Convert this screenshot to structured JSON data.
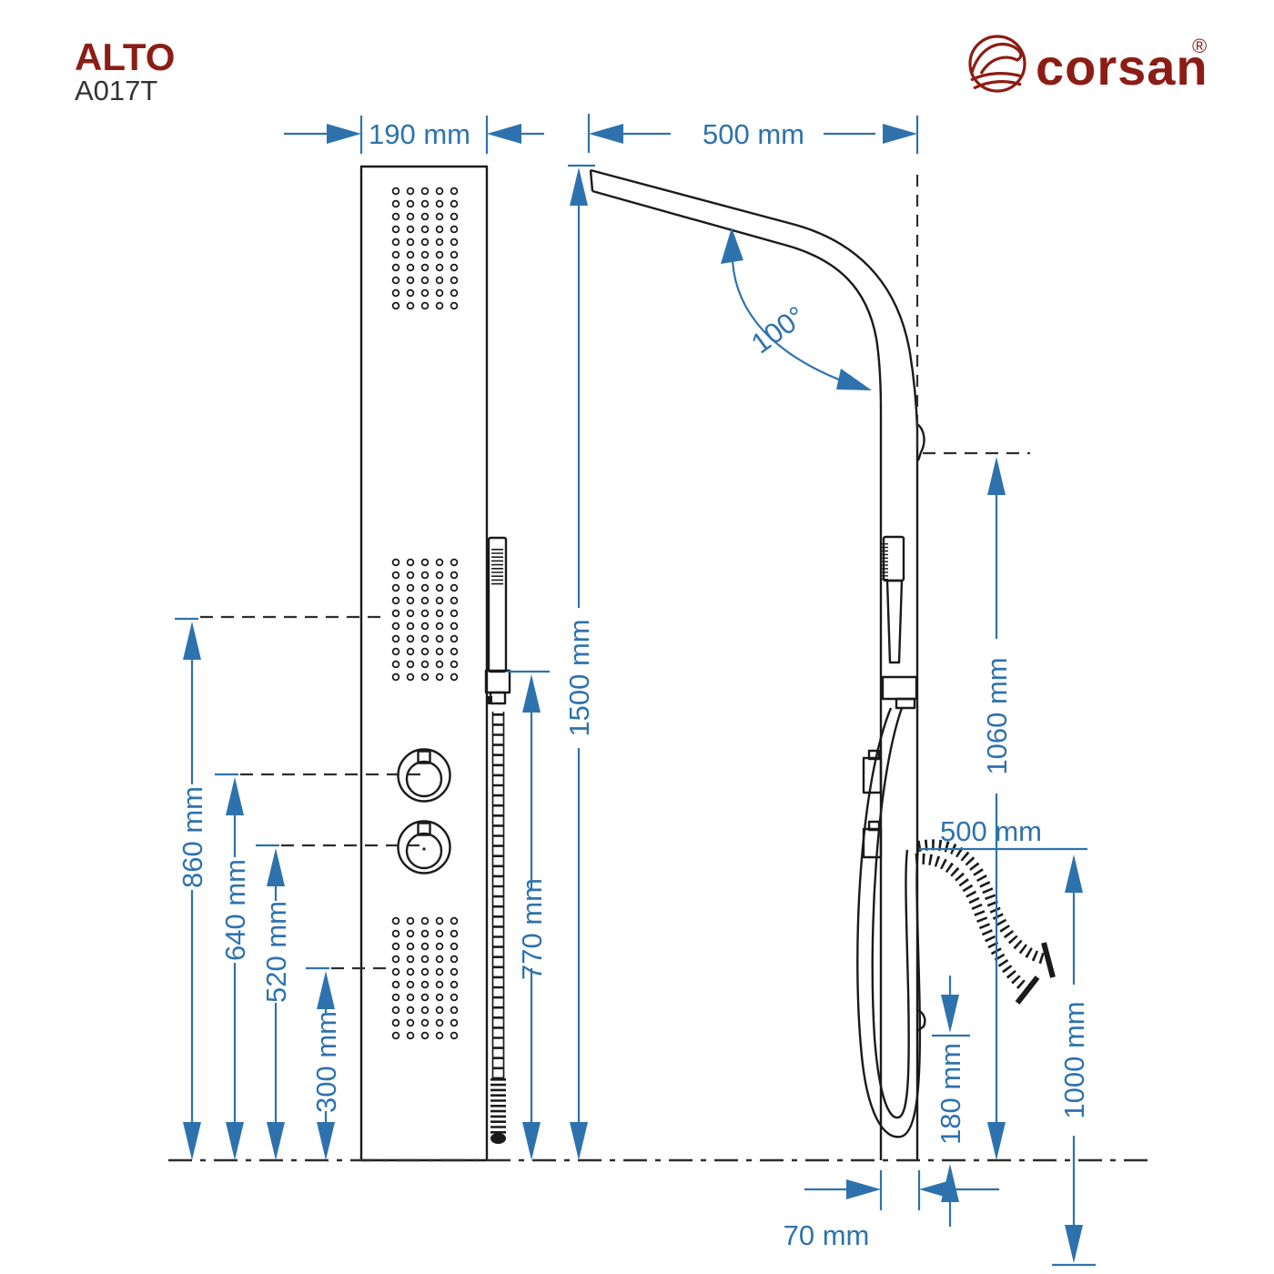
{
  "header": {
    "product_name": "ALTO",
    "product_code": "A017T"
  },
  "brand": {
    "name": "corsan",
    "registered_mark": "®"
  },
  "front_view": {
    "dimensions": {
      "panel_width": "190 mm",
      "total_height": "1500 mm",
      "hand_shower_height": "770 mm",
      "upper_jets_height": "860 mm",
      "upper_knob_height": "640 mm",
      "lower_knob_height": "520 mm",
      "lower_jets_height": "300 mm"
    }
  },
  "side_view": {
    "dimensions": {
      "arm_reach": "500 mm",
      "arm_angle": "100°",
      "outlet_height": "1060 mm",
      "hose_reach": "500 mm",
      "spout_floor_clearance": "180 mm",
      "hose_drop": "1000 mm",
      "column_depth": "70 mm"
    }
  },
  "colors": {
    "accent_blue": "#2E72AD",
    "brand_red": "#8B1D15",
    "line_black": "#1A1A1A"
  }
}
